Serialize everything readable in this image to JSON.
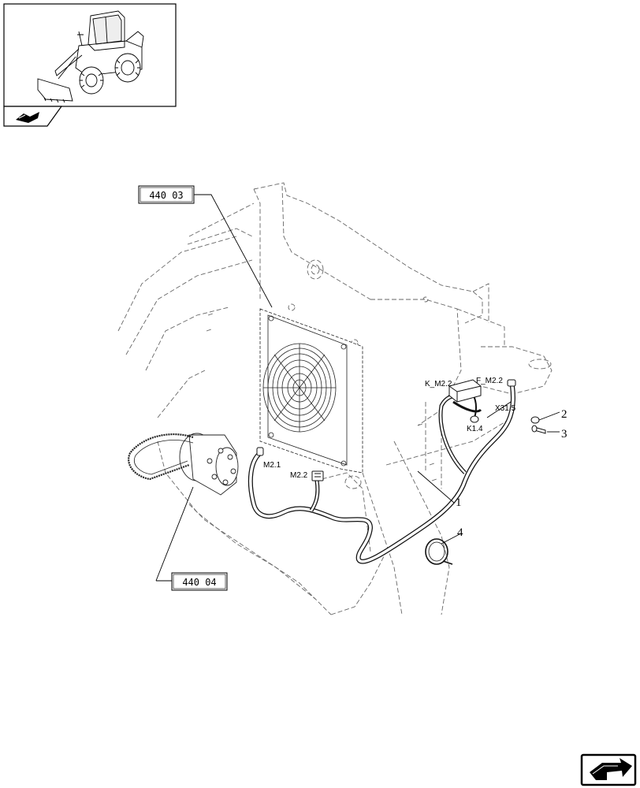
{
  "references": {
    "upper": "440 03",
    "lower": "440 04"
  },
  "connectors": {
    "k_m22": "K_M2.2",
    "f_m22": "F_M2.2",
    "x315": "X31.5",
    "k14": "K1.4",
    "m21": "M2.1",
    "m22": "M2.2"
  },
  "item_numbers": {
    "harness": "1",
    "washer": "2",
    "screw": "3",
    "clamp": "4"
  },
  "icons": {
    "thumbnail": "wheel-loader-thumbnail",
    "section": "section-tab-icon",
    "navigation": "next-page-arrow-icon"
  }
}
